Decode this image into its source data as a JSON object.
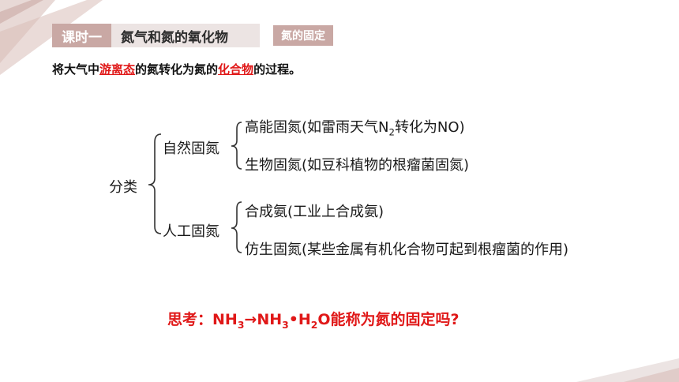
{
  "header": {
    "lesson_tag": "课时一",
    "lesson_title": "氮气和氮的氧化物",
    "topic_tag": "氮的固定"
  },
  "definition": {
    "part1": "将大气中",
    "highlight1": "游离态",
    "part2": "的氮转化为氮的",
    "highlight2": "化合物",
    "part3": "的过程。"
  },
  "tree": {
    "root": "分类",
    "natural": {
      "label": "自然固氮",
      "item1_prefix": "高能固氮(如雷雨天气N",
      "item1_sub": "2",
      "item1_suffix": "转化为NO)",
      "item2": "生物固氮(如豆科植物的根瘤菌固氮)"
    },
    "artificial": {
      "label": "人工固氮",
      "item1": "合成氨(工业上合成氨)",
      "item2": "仿生固氮(某些金属有机化合物可起到根瘤菌的作用)"
    }
  },
  "question": {
    "prefix": "思考：NH",
    "sub1": "3",
    "arrow_part": "→NH",
    "sub2": "3",
    "mid": "•H",
    "sub3": "2",
    "suffix": "O能称为氮的固定吗?"
  },
  "colors": {
    "accent": "#c9a8a4",
    "light": "#ece4e3",
    "highlight": "#e01818"
  }
}
